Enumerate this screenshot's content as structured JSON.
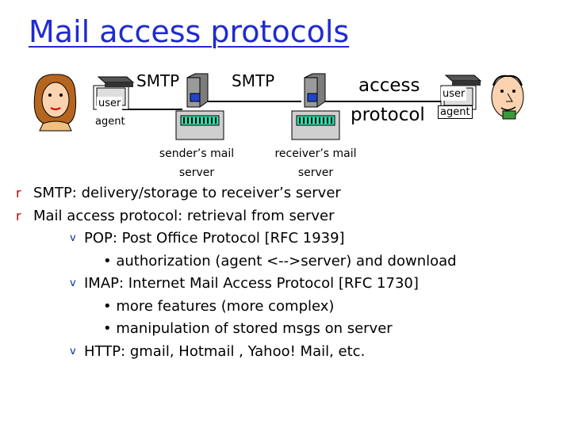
{
  "title": "Mail access protocols",
  "diagram": {
    "smtp_label_1": "SMTP",
    "smtp_label_2": "SMTP",
    "access_label": "access",
    "protocol_label": "protocol",
    "left_agent": {
      "line1": "user",
      "line2": "agent"
    },
    "right_agent": {
      "line1": "user",
      "line2": "agent"
    },
    "sender_server": {
      "line1": "sender’s mail",
      "line2": "server"
    },
    "receiver_server": {
      "line1": "receiver’s mail",
      "line2": "server"
    }
  },
  "bullets": {
    "b1": "SMTP: delivery/storage to receiver’s server",
    "b2": "Mail access protocol: retrieval from server",
    "b2_1": "POP: Post Office Protocol [RFC 1939]",
    "b2_1_1": "• authorization (agent <-->server) and download",
    "b2_2": "IMAP: Internet Mail Access Protocol [RFC 1730]",
    "b2_2_1": "• more features (more complex)",
    "b2_2_2": "• manipulation of stored msgs on server",
    "b2_3": "HTTP: gmail, Hotmail , Yahoo! Mail, etc."
  },
  "markers": {
    "level1": "r",
    "level2": "v"
  },
  "colors": {
    "title": "#1f2bd0",
    "bullet_marker": "#c00000",
    "sub_marker": "#003399",
    "server_screen": "#33ddaa"
  }
}
